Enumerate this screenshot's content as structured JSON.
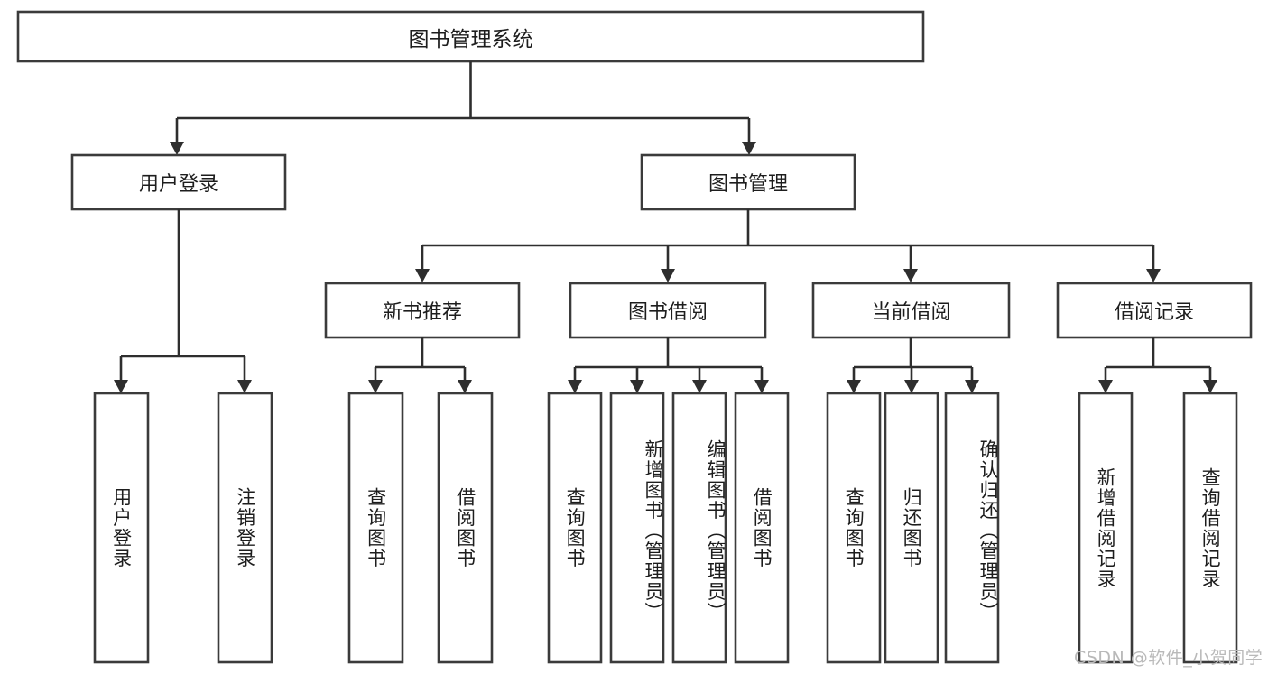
{
  "diagram": {
    "type": "tree",
    "title": "图书管理系统",
    "watermark": "CSDN @软件_小贺同学",
    "colors": {
      "box_stroke": "#3b3b3b",
      "connector": "#2e2e2e",
      "text": "#1d1d1d",
      "background": "#ffffff",
      "watermark": "#b9b9b9"
    },
    "root": {
      "label": "图书管理系统"
    },
    "level2": [
      {
        "label": "用户登录"
      },
      {
        "label": "图书管理"
      }
    ],
    "level3": [
      {
        "label": "新书推荐"
      },
      {
        "label": "图书借阅"
      },
      {
        "label": "当前借阅"
      },
      {
        "label": "借阅记录"
      }
    ],
    "leaves": {
      "user_login": [
        {
          "label": "用户登录"
        },
        {
          "label": "注销登录"
        }
      ],
      "new_book_recommend": [
        {
          "label": "查询图书"
        },
        {
          "label": "借阅图书"
        }
      ],
      "book_borrow": [
        {
          "label": "查询图书"
        },
        {
          "label": "新增图书（管理员）"
        },
        {
          "label": "编辑图书（管理员）"
        },
        {
          "label": "借阅图书"
        }
      ],
      "current_borrow": [
        {
          "label": "查询图书"
        },
        {
          "label": "归还图书"
        },
        {
          "label": "确认归还（管理员）"
        }
      ],
      "borrow_record": [
        {
          "label": "新增借阅记录"
        },
        {
          "label": "查询借阅记录"
        }
      ]
    }
  }
}
